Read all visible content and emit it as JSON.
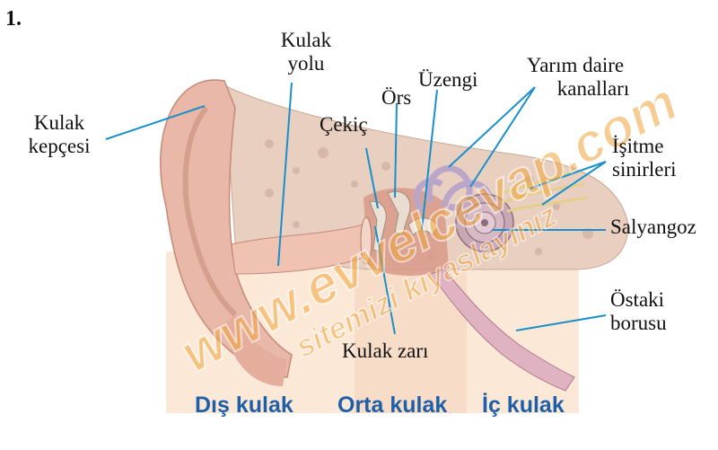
{
  "question_number": "1.",
  "labels": {
    "kulak_kepcesi": [
      "Kulak",
      "kepçesi"
    ],
    "kulak_yolu": [
      "Kulak",
      "yolu"
    ],
    "cekic": "Çekiç",
    "ors": "Örs",
    "uzengi": "Üzengi",
    "yarim_daire": [
      "Yarım daire",
      "kanalları"
    ],
    "isitme_sinirleri": [
      "İşitme",
      "sinirleri"
    ],
    "salyangoz": "Salyangoz",
    "ostaki": [
      "Östaki",
      "borusu"
    ],
    "kulak_zari": "Kulak zarı"
  },
  "sections": {
    "dis": "Dış kulak",
    "orta": "Orta kulak",
    "ic": "İç kulak"
  },
  "watermark": {
    "line1": "www.evvelcevap.com",
    "line2": "sitemizi kıyaslayınız"
  },
  "colors": {
    "leader_line": "#1a8fc9",
    "section_text": "#1f5fa8",
    "watermark": "#f2a43a",
    "skin": "#e8b3a3",
    "bone": "#e7cfc2"
  }
}
